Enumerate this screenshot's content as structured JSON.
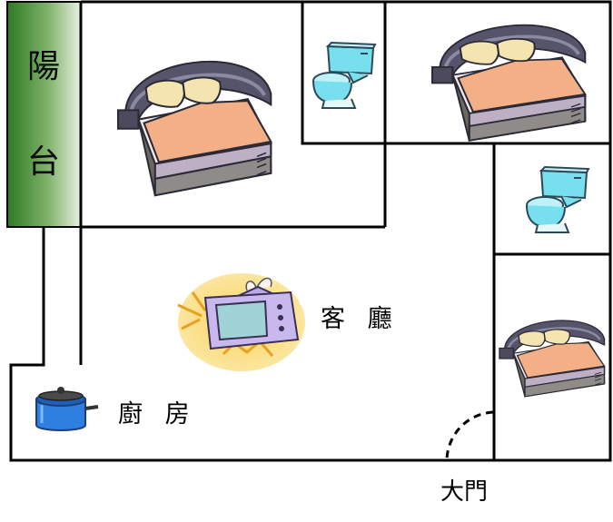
{
  "labels": {
    "balcony_line1": "陽",
    "balcony_line2": "台",
    "living_room": "客 廳",
    "kitchen": "廚 房",
    "main_door": "大門"
  },
  "icons": {
    "bed": "bed-icon",
    "toilet": "toilet-icon",
    "television": "television-icon",
    "cooking_pot": "cooking-pot-icon"
  },
  "colors": {
    "wall": "#000000",
    "balcony_dark": "#2f7a22",
    "balcony_light": "#e4efd8",
    "bedspread": "#f4b088",
    "bed_frame": "#5d5a6e",
    "toilet": "#77e0ee",
    "tv": "#c9b8ee",
    "pot": "#2f7fe0"
  }
}
